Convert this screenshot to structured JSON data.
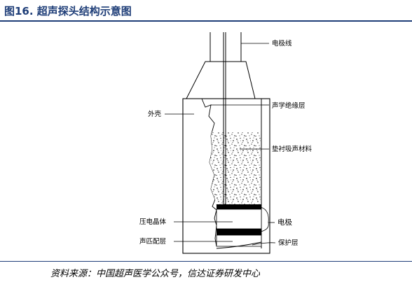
{
  "title": "图16. 超声探头结构示意图",
  "labels": {
    "electrode_wire": "电极线",
    "housing": "外壳",
    "acoustic_insulation": "声学绝缘层",
    "backing_material": "垫衬吸声材料",
    "piezo_crystal": "压电晶体",
    "electrode": "电极",
    "matching_layer": "声匹配层",
    "protective_layer": "保护层"
  },
  "source": "资料来源：中国超声医学公众号，信达证券研发中心",
  "colors": {
    "title": "#1f3e78",
    "rule": "#1f3e78",
    "line": "#000000"
  }
}
